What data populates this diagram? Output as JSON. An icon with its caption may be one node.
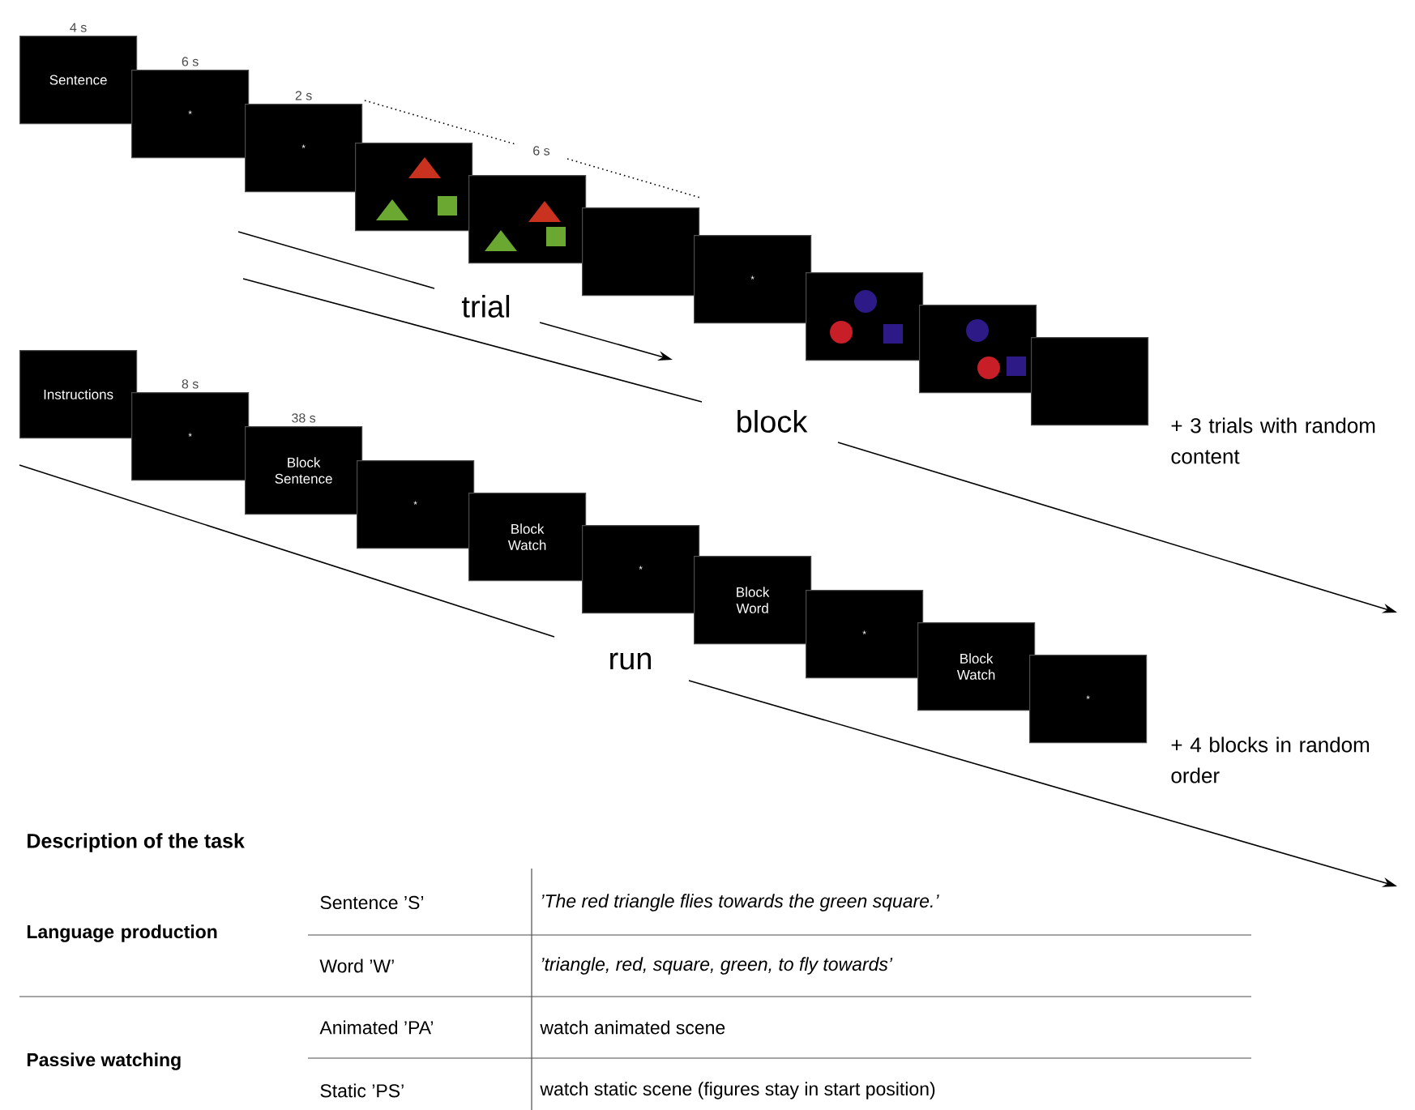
{
  "diagram": {
    "title": "Description of the task",
    "nodes": [
      {
        "text": [
          "Sentence"
        ],
        "beside": [
          "4 s"
        ]
      },
      {
        "text": [
          "*"
        ],
        "beside": [
          "6 s"
        ]
      },
      {
        "text": [
          "*"
        ],
        "beside": [
          "2 s"
        ]
      },
      {
        "text": [],
        "shape": "picture"
      },
      {
        "text": [],
        "shape": "picture"
      },
      {
        "text": [],
        "shape": "box"
      },
      {
        "text": [
          "*"
        ]
      },
      {
        "text": [],
        "shape": "picture"
      },
      {
        "text": [],
        "shape": "picture"
      },
      {
        "text": [],
        "shape": "box"
      },
      {
        "text": [
          "Instructions"
        ]
      },
      {
        "text": [
          "*"
        ],
        "beside": [
          "8 s"
        ]
      },
      {
        "text": [
          "Block Sentence"
        ],
        "beside": [
          "38 s"
        ]
      },
      {
        "text": [
          "*"
        ]
      },
      {
        "text": [
          "Block Watch"
        ]
      },
      {
        "text": [
          "*"
        ]
      },
      {
        "text": [
          "Block Word"
        ]
      },
      {
        "text": [
          "*"
        ]
      },
      {
        "text": [
          "Block Watch"
        ]
      },
      {
        "text": [
          "*"
        ]
      }
    ],
    "labels": [
      "6 s",
      "trial",
      "block",
      "+ 3 trials with random content",
      "run",
      "+ 4 blocks in random order",
      "Language production",
      "Sentence ’S’",
      "’The red triangle flies towards the green square.’",
      "Word ’W’",
      "’triangle, red, square, green, to fly towards’",
      "Passive watching",
      "Animated ’PA’",
      "watch animated scene",
      "Static ’PS’",
      "watch static scene (figures stay in start position)"
    ]
  }
}
